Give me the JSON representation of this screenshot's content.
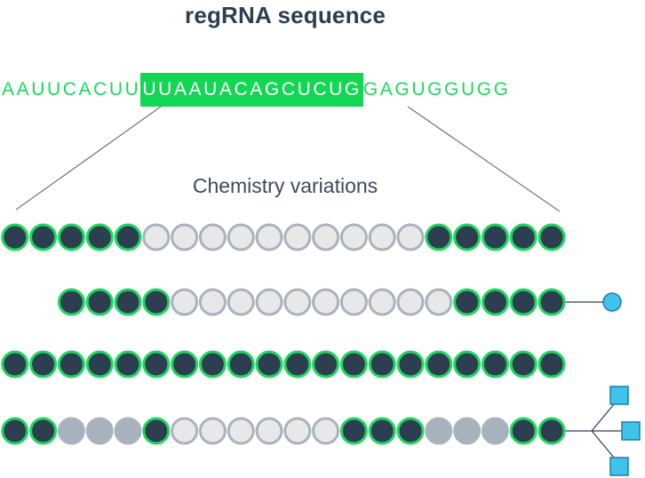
{
  "title": "regRNA sequence",
  "sequence": {
    "left": "AAUUCACUU",
    "target": "UUAAUACAGCUCUG",
    "right": "GAGUGGUGG"
  },
  "subtitle": "Chemistry variations",
  "colors": {
    "green": "#1ed760",
    "target_bg": "#13d653",
    "dark_bead": "#2d3e50",
    "light_bead": "#e8e8e8",
    "mid_bead": "#a7b2bd",
    "cyan": "#3fc3ec",
    "text": "#2d3e50"
  },
  "variations": [
    {
      "beads": [
        "dark",
        "dark",
        "dark",
        "dark",
        "dark",
        "light",
        "light",
        "light",
        "light",
        "light",
        "light",
        "light",
        "light",
        "light",
        "light",
        "dark",
        "dark",
        "dark",
        "dark",
        "dark"
      ],
      "terminal": "none"
    },
    {
      "beads": [
        "dark",
        "dark",
        "dark",
        "dark",
        "light",
        "light",
        "light",
        "light",
        "light",
        "light",
        "light",
        "light",
        "light",
        "light",
        "dark",
        "dark",
        "dark",
        "dark"
      ],
      "terminal": "circle"
    },
    {
      "beads": [
        "dark",
        "dark",
        "dark",
        "dark",
        "dark",
        "dark",
        "dark",
        "dark",
        "dark",
        "dark",
        "dark",
        "dark",
        "dark",
        "dark",
        "dark",
        "dark",
        "dark",
        "dark",
        "dark",
        "dark"
      ],
      "terminal": "none"
    },
    {
      "beads": [
        "dark",
        "dark",
        "mid",
        "mid",
        "mid",
        "dark",
        "light",
        "light",
        "light",
        "light",
        "light",
        "light",
        "dark",
        "dark",
        "dark",
        "mid",
        "mid",
        "mid",
        "dark",
        "dark"
      ],
      "terminal": "branch-squares"
    }
  ]
}
